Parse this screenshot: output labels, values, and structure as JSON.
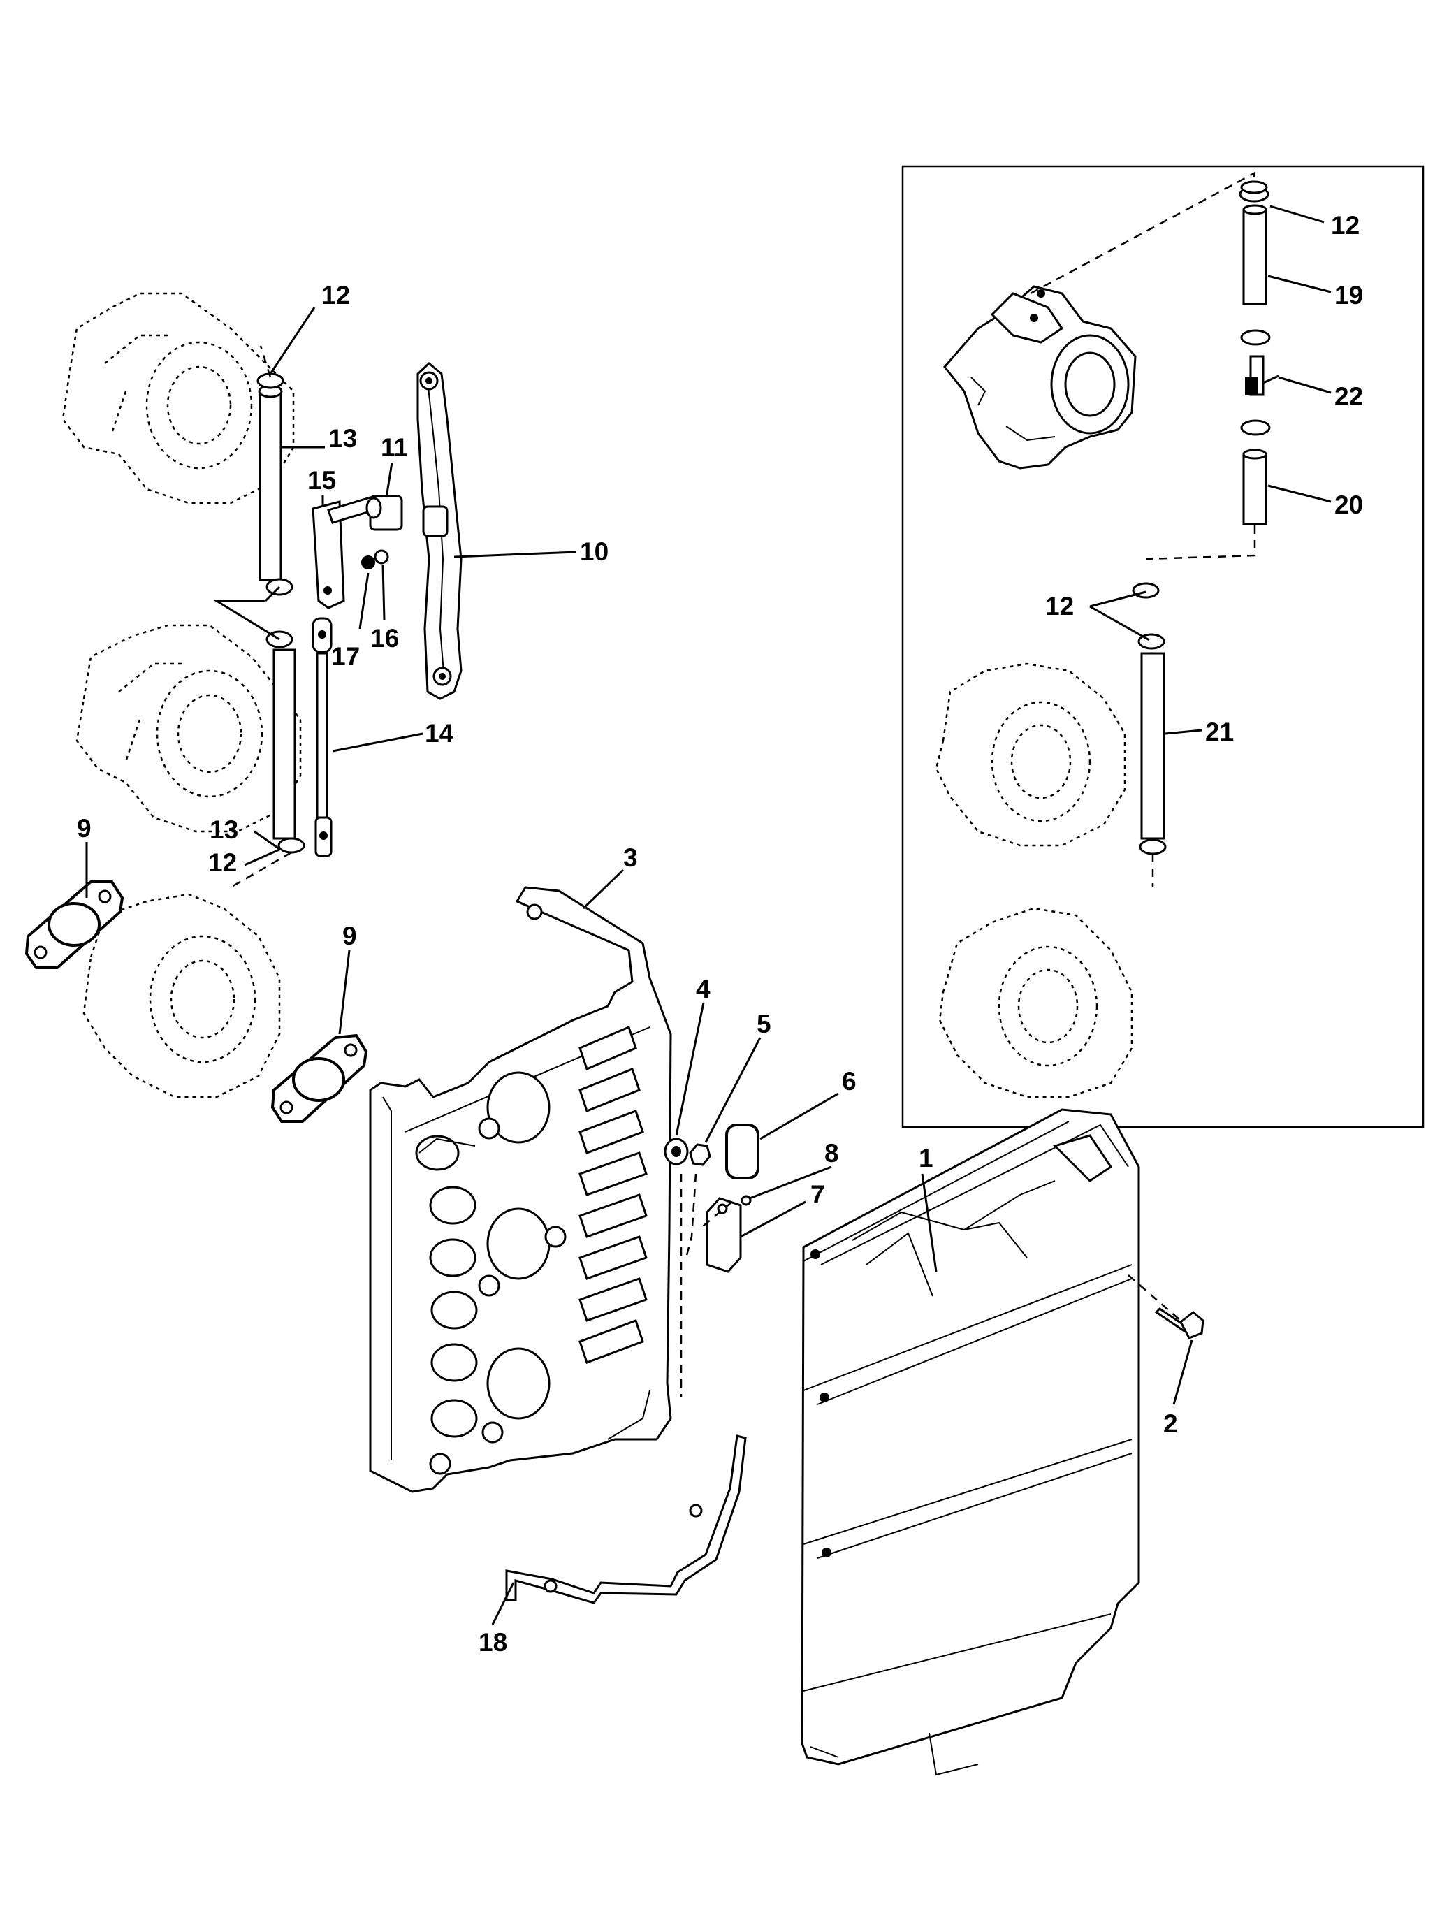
{
  "callouts": {
    "c1": "1",
    "c2": "2",
    "c3": "3",
    "c4": "4",
    "c5": "5",
    "c6": "6",
    "c7": "7",
    "c8": "8",
    "c9a": "9",
    "c9b": "9",
    "c10": "10",
    "c11": "11",
    "c12a": "12",
    "c12b": "12",
    "c12c": "12",
    "c12d": "12",
    "c13a": "13",
    "c13b": "13",
    "c14": "14",
    "c15": "15",
    "c16": "16",
    "c17": "17",
    "c18": "18",
    "c19": "19",
    "c20": "20",
    "c21": "21",
    "c22": "22"
  }
}
